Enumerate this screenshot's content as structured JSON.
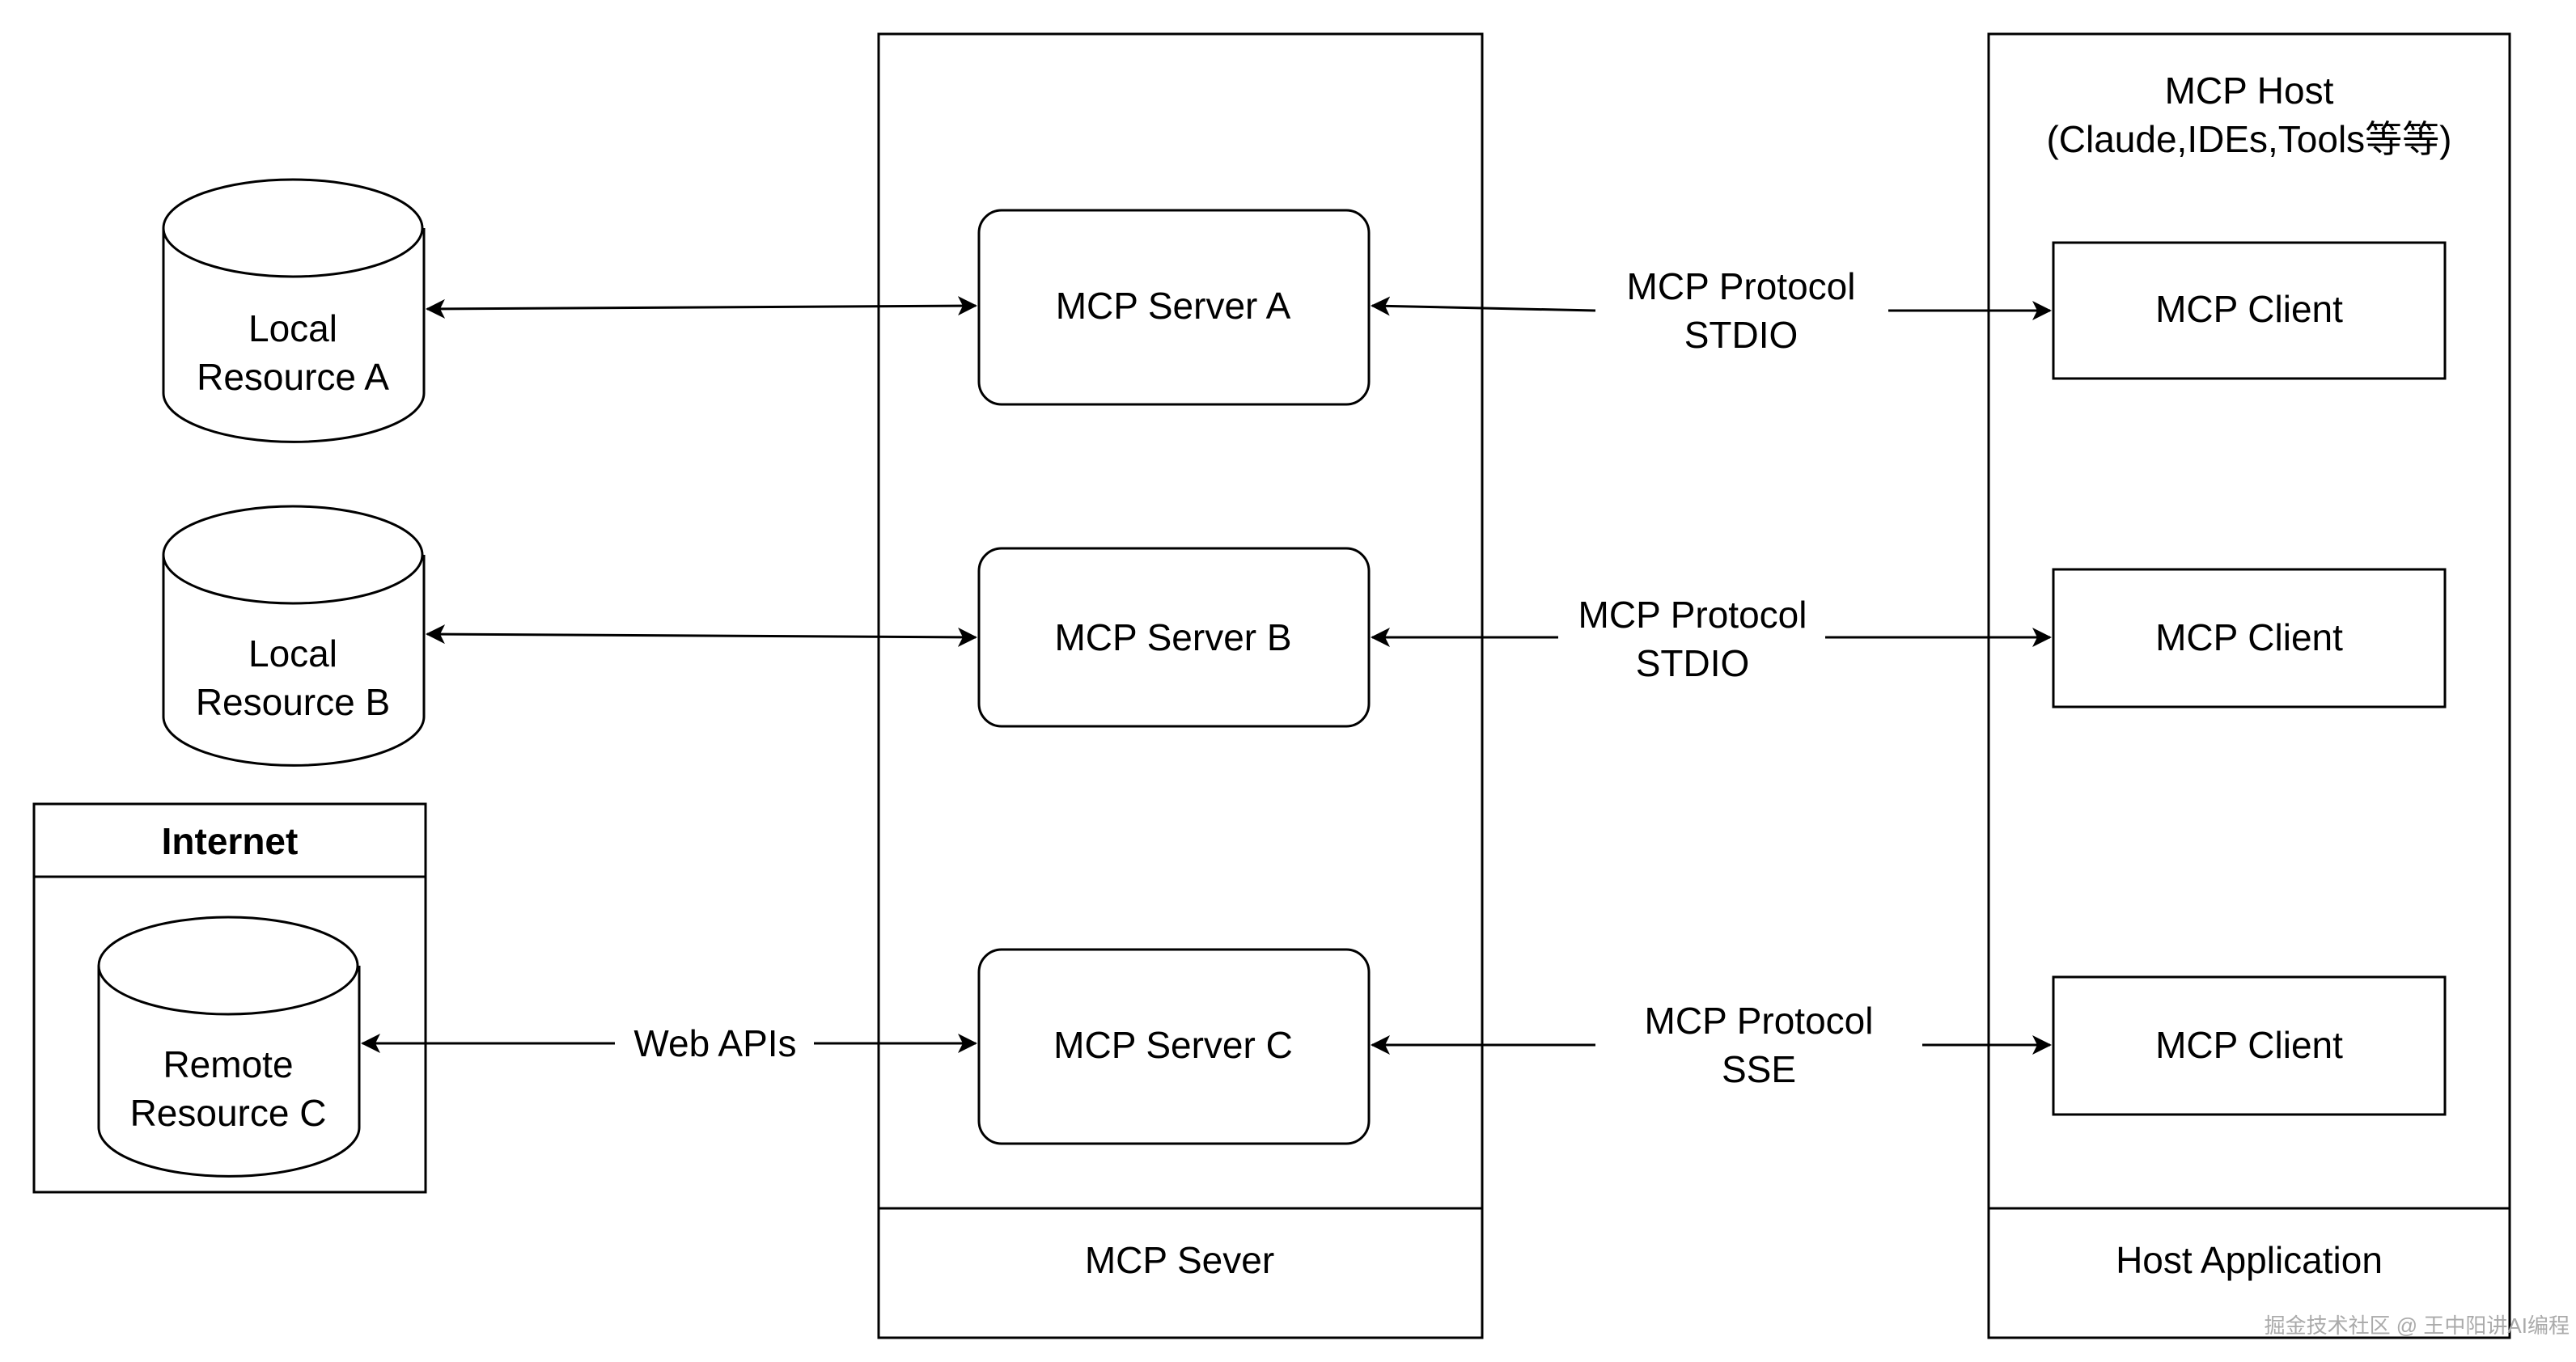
{
  "server_container": {
    "footer": "MCP Sever"
  },
  "host_container": {
    "title_line1": "MCP Host",
    "title_line2": "(Claude,IDEs,Tools等等)",
    "footer": "Host Application"
  },
  "servers": {
    "a": "MCP Server A",
    "b": "MCP Server B",
    "c": "MCP Server C"
  },
  "clients": {
    "a": "MCP Client",
    "b": "MCP Client",
    "c": "MCP Client"
  },
  "resources": {
    "a": {
      "line1": "Local",
      "line2": "Resource A"
    },
    "b": {
      "line1": "Local",
      "line2": "Resource B"
    },
    "c": {
      "line1": "Remote",
      "line2": "Resource C"
    }
  },
  "internet": {
    "title": "Internet"
  },
  "edges": {
    "web_apis": "Web APIs",
    "protocol_a": {
      "line1": "MCP Protocol",
      "line2": "STDIO"
    },
    "protocol_b": {
      "line1": "MCP Protocol",
      "line2": "STDIO"
    },
    "protocol_c": {
      "line1": "MCP Protocol",
      "line2": "SSE"
    }
  },
  "watermark": "掘金技术社区 @ 王中阳讲AI编程",
  "colors": {
    "stroke": "#000000",
    "background": "#ffffff",
    "watermark": "#aaaaaa"
  }
}
